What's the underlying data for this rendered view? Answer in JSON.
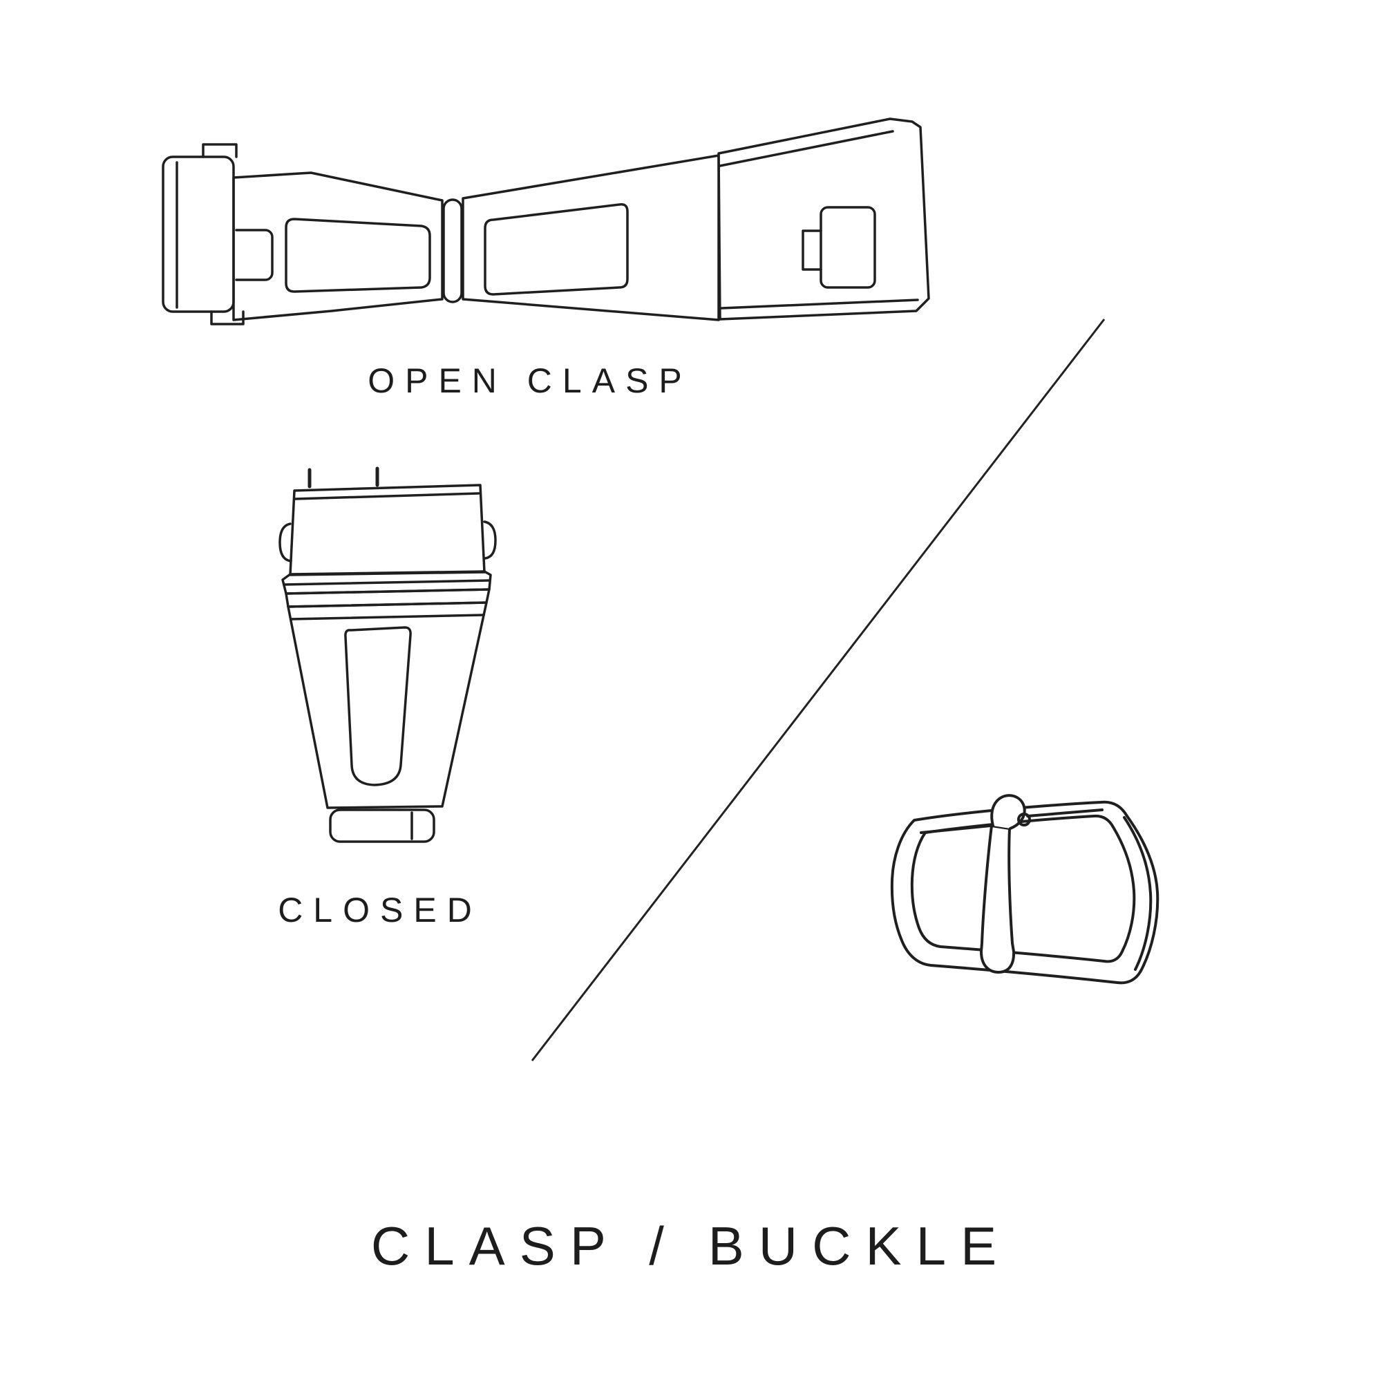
{
  "diagram": {
    "title": "CLASP / BUCKLE",
    "labels": {
      "open_clasp": "OPEN CLASP",
      "closed": "CLOSED"
    },
    "colors": {
      "background": "#ffffff",
      "line": "#1f1f1f",
      "text": "#1d1d1d"
    },
    "illustrations": [
      {
        "name": "open-clasp-line-drawing",
        "caption": "OPEN CLASP"
      },
      {
        "name": "closed-clasp-line-drawing",
        "caption": "CLOSED"
      },
      {
        "name": "tang-buckle-line-drawing",
        "caption": ""
      }
    ]
  }
}
